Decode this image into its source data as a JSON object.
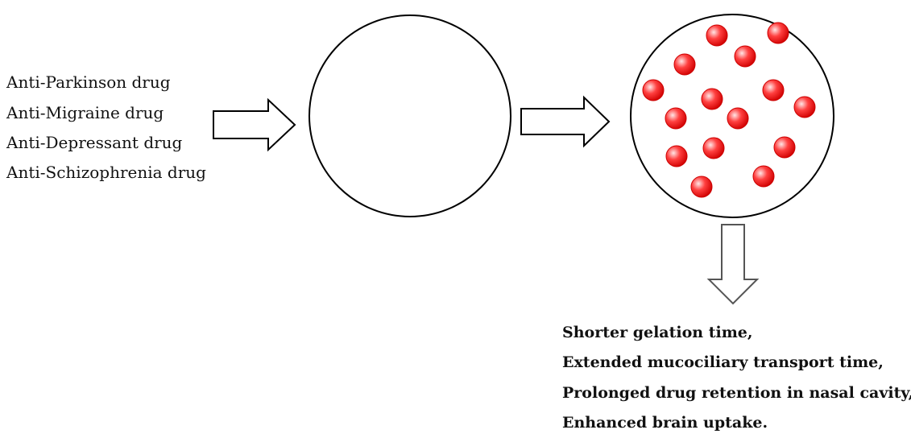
{
  "drug_classes": [
    "Anti-Parkinson drug",
    "Anti-Migraine drug",
    "Anti-Depressant drug",
    "Anti-Schizophrenia drug"
  ],
  "outcomes": [
    "Shorter gelation time,",
    "Extended mucociliary transport time,",
    "Prolonged drug retention in nasal cavity,",
    "Enhanced brain uptake."
  ],
  "colors": {
    "line": "#000000",
    "down_arrow": "#555555",
    "particle_light": "#ffd6d6",
    "particle_mid": "#ff3030",
    "particle_dark": "#c00000"
  }
}
